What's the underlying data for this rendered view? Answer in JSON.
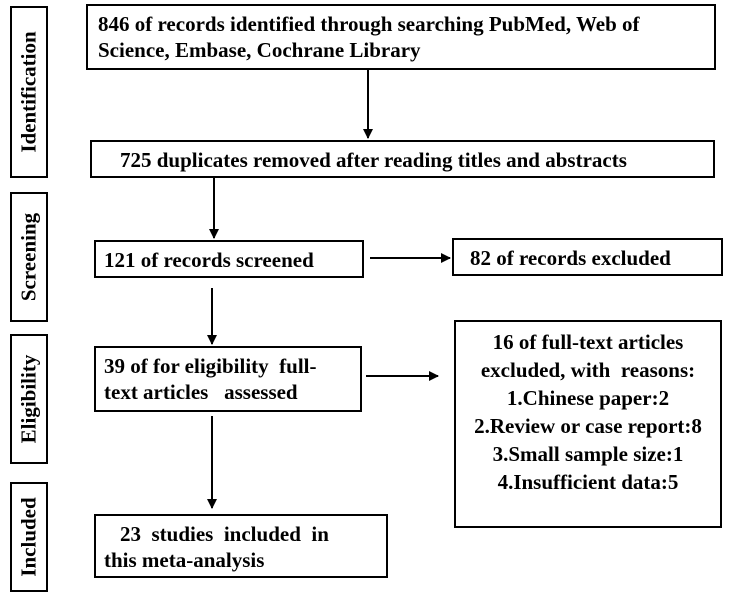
{
  "stages": {
    "identification": "Identification",
    "screening": "Screening",
    "eligibility": "Eligibility",
    "included": "Included"
  },
  "boxes": {
    "identified": {
      "line1": "846 of records identified through searching PubMed, Web of",
      "line2": "Science, Embase, Cochrane Library"
    },
    "duplicates": {
      "line1": "725 duplicates removed after reading titles and abstracts"
    },
    "screened": {
      "line1": "121 of records screened"
    },
    "excluded_records": {
      "line1": "82 of records excluded"
    },
    "eligibility_assessed": {
      "line1": "39 of for eligibility  full-",
      "line2": "text articles   assessed"
    },
    "excluded_fulltext": {
      "line1": "16 of full-text articles",
      "line2": "excluded, with  reasons:",
      "line3": "1.Chinese paper:2",
      "line4": "2.Review or case report:8",
      "line5": "3.Small sample size:1",
      "line6": "4.Insufficient data:5"
    },
    "included": {
      "line1": "23  studies  included  in",
      "line2": "this meta-analysis"
    }
  }
}
